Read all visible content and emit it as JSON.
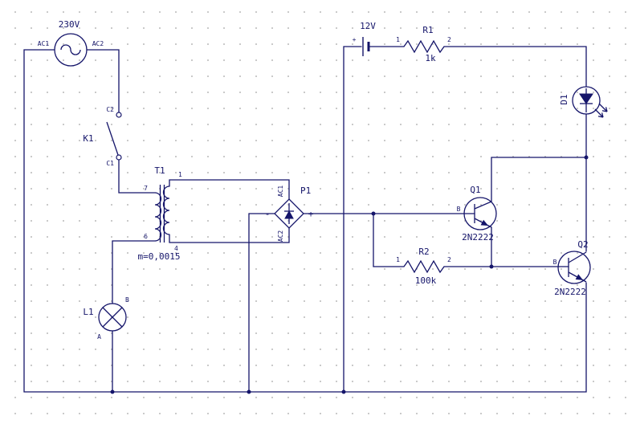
{
  "colors": {
    "background": "#ffffff",
    "grid_dot": "#c6c6c6",
    "ink": "#15156a"
  },
  "components": {
    "ac_source": {
      "value": "230V",
      "pin_left": "AC1",
      "pin_right": "AC2"
    },
    "relay_switch": {
      "ref": "K1",
      "contact_top": "C2",
      "contact_bottom": "C1"
    },
    "transformer": {
      "ref": "T1",
      "pin_top_left": "7",
      "pin_top_right": "1",
      "pin_bottom_left": "6",
      "pin_bottom_right": "4",
      "ratio": "m=0,0015"
    },
    "lamp": {
      "ref": "L1",
      "pin_top": "B",
      "pin_bottom": "A"
    },
    "bridge_rectifier": {
      "ref": "P1",
      "pin_ac_top": "AC1",
      "pin_ac_bottom": "AC2",
      "pin_minus": "-",
      "pin_plus": "+"
    },
    "battery": {
      "value": "12V",
      "polarity": "+"
    },
    "resistor_r1": {
      "ref": "R1",
      "value": "1k",
      "pin1": "1",
      "pin2": "2"
    },
    "resistor_r2": {
      "ref": "R2",
      "value": "100k",
      "pin1": "1",
      "pin2": "2"
    },
    "led": {
      "ref": "D1"
    },
    "transistor_q1": {
      "ref": "Q1",
      "value": "2N2222",
      "pin_base": "B"
    },
    "transistor_q2": {
      "ref": "Q2",
      "value": "2N2222",
      "pin_base": "B"
    }
  }
}
